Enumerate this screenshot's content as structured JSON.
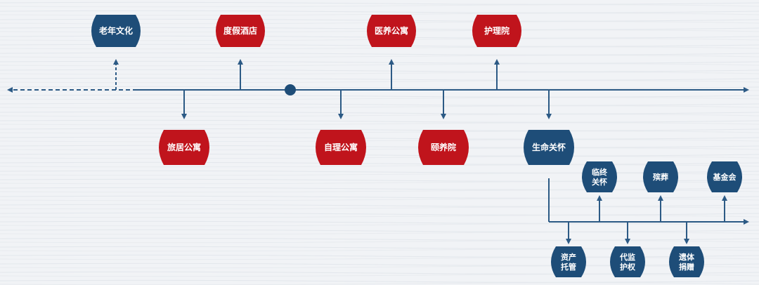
{
  "colors": {
    "blue": "#1e4d78",
    "red": "#c0141c",
    "line": "#2c5a85"
  },
  "upper_nodes": [
    {
      "label": "老年文化",
      "color": "blue"
    },
    {
      "label": "度假酒店",
      "color": "red"
    },
    {
      "label": "医养公寓",
      "color": "red"
    },
    {
      "label": "护理院",
      "color": "red"
    }
  ],
  "lower_nodes": [
    {
      "label": "旅居公寓",
      "color": "red"
    },
    {
      "label": "自理公寓",
      "color": "red"
    },
    {
      "label": "颐养院",
      "color": "red"
    },
    {
      "label": "生命关怀",
      "color": "blue"
    }
  ],
  "sub_upper_nodes": [
    {
      "label": "临终\n关怀",
      "color": "blue"
    },
    {
      "label": "殡葬",
      "color": "blue"
    },
    {
      "label": "基金会",
      "color": "blue"
    }
  ],
  "sub_lower_nodes": [
    {
      "label": "资产\n托管",
      "color": "blue"
    },
    {
      "label": "代监\n护权",
      "color": "blue"
    },
    {
      "label": "遗体\n捐赠",
      "color": "blue"
    }
  ]
}
